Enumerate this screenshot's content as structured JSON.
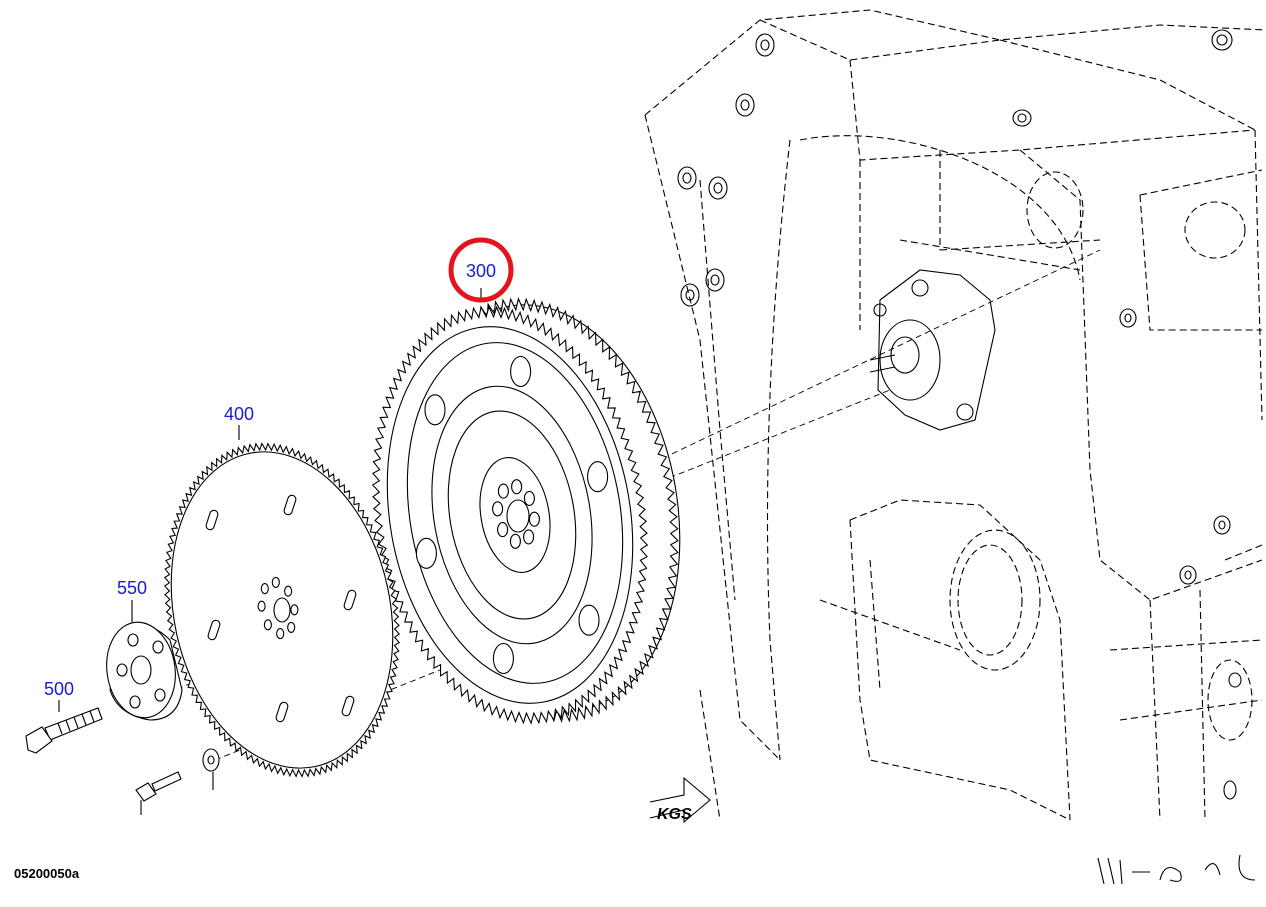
{
  "diagram": {
    "drawing_code": "05200050a",
    "logo_text": "KGS",
    "callouts": [
      {
        "id": "c300",
        "label": "300",
        "highlighted": true
      },
      {
        "id": "c400",
        "label": "400",
        "highlighted": false
      },
      {
        "id": "c550",
        "label": "550",
        "highlighted": false
      },
      {
        "id": "c500",
        "label": "500",
        "highlighted": false
      }
    ],
    "colors": {
      "callout_text": "#1a1ad6",
      "highlight_ring": "#e3141b",
      "line": "#000000",
      "background": "#ffffff"
    }
  }
}
